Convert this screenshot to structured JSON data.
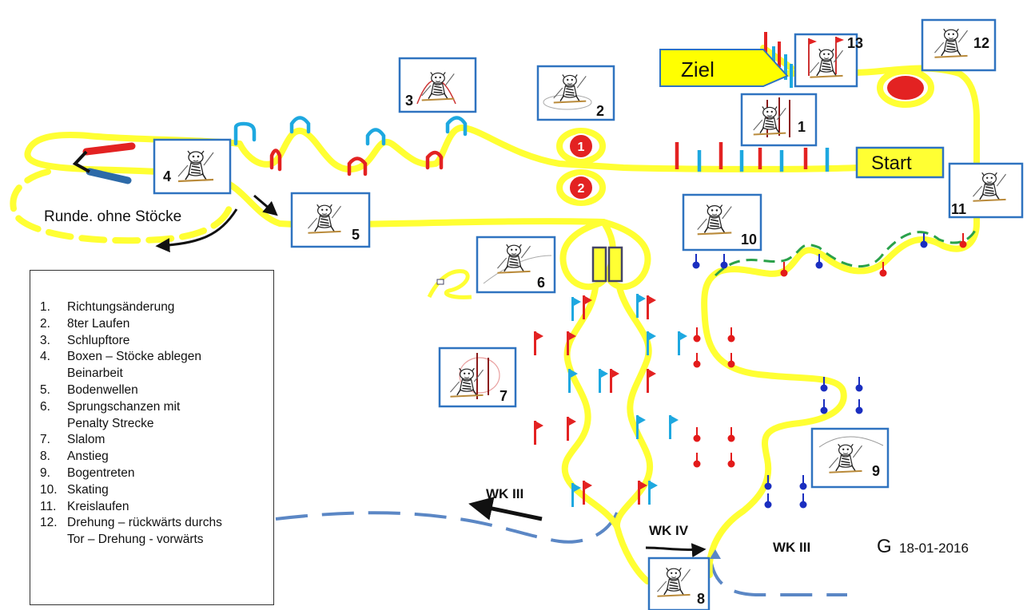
{
  "labels": {
    "ziel": "Ziel",
    "start": "Start",
    "runde": "Runde. ohne Stöcke",
    "wk3_left": "WK III",
    "wk4": "WK IV",
    "wk3_right": "WK III",
    "signature_mark": "G",
    "date": "18-01-2016",
    "circle1": "1",
    "circle2": "2"
  },
  "stations": [
    {
      "number": "1"
    },
    {
      "number": "2"
    },
    {
      "number": "3"
    },
    {
      "number": "4"
    },
    {
      "number": "5"
    },
    {
      "number": "6"
    },
    {
      "number": "7"
    },
    {
      "number": "8"
    },
    {
      "number": "9"
    },
    {
      "number": "10"
    },
    {
      "number": "11"
    },
    {
      "number": "12"
    },
    {
      "number": "13"
    }
  ],
  "legend": {
    "items": [
      {
        "num": "1.",
        "text": "Richtungsänderung"
      },
      {
        "num": "2.",
        "text": "8ter Laufen"
      },
      {
        "num": "3.",
        "text": "Schlupftore"
      },
      {
        "num": "4.",
        "text": "Boxen – Stöcke ablegen"
      },
      {
        "num": "",
        "text": "Beinarbeit"
      },
      {
        "num": "5.",
        "text": "Bodenwellen"
      },
      {
        "num": "6.",
        "text": "Sprungschanzen mit"
      },
      {
        "num": "",
        "text": "Penalty Strecke"
      },
      {
        "num": "7.",
        "text": "Slalom"
      },
      {
        "num": "8.",
        "text": "Anstieg"
      },
      {
        "num": "9.",
        "text": "Bogentreten"
      },
      {
        "num": "10.",
        "text": "Skating"
      },
      {
        "num": "11.",
        "text": "Kreislaufen"
      },
      {
        "num": "12.",
        "text": "Drehung – rückwärts durchs"
      },
      {
        "num": "",
        "text": "Tor – Drehung - vorwärts"
      }
    ]
  },
  "colors": {
    "track": "#ffff33",
    "gate_red": "#e32222",
    "gate_blue": "#1ea8e0",
    "dashed_blue": "#5b87c5",
    "dashed_green": "#2aa14a",
    "box_border": "#2f73c0",
    "ziel_fill": "#ffff00",
    "marker_red": "#e31a1a",
    "marker_navy": "#1a2ec0"
  },
  "icons": {
    "station_picture": "tiger-skier-icon",
    "arrow": "arrow-icon",
    "flag": "slalom-flag-icon"
  }
}
